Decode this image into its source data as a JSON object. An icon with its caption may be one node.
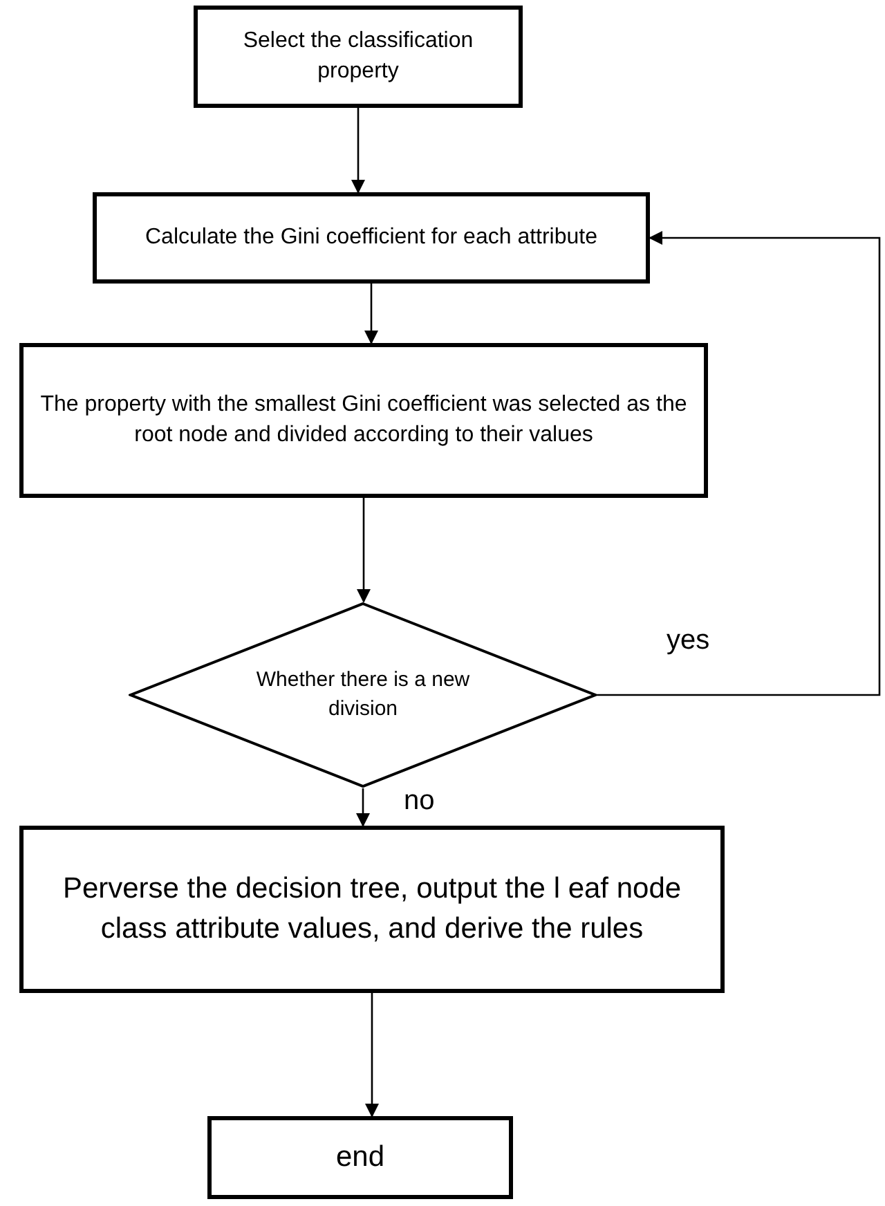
{
  "diagram": {
    "nodes": [
      {
        "text": [
          "Select the classification property"
        ]
      },
      {
        "text": [
          "Calculate the Gini coefficient for each attribute"
        ]
      },
      {
        "text": [
          "The property with the smallest Gini coefficient was selected as the root node and divided according to their values"
        ]
      },
      {
        "text": [
          "Whether there is a new division"
        ]
      },
      {
        "text": [
          "Perverse the decision tree, output the l eaf node class attribute values, and derive the rules"
        ]
      },
      {
        "text": [
          "end"
        ]
      }
    ],
    "edges": [
      {
        "from": 0,
        "to": 1,
        "arrow": "to"
      },
      {
        "from": 1,
        "to": 2,
        "arrow": "to"
      },
      {
        "from": 2,
        "to": 3,
        "arrow": "to"
      },
      {
        "from": 3,
        "to": 4,
        "arrow": "to",
        "label": "no"
      },
      {
        "from": 3,
        "to": 1,
        "arrow": "to",
        "label": "yes"
      },
      {
        "from": 4,
        "to": 5,
        "arrow": "to"
      }
    ]
  }
}
